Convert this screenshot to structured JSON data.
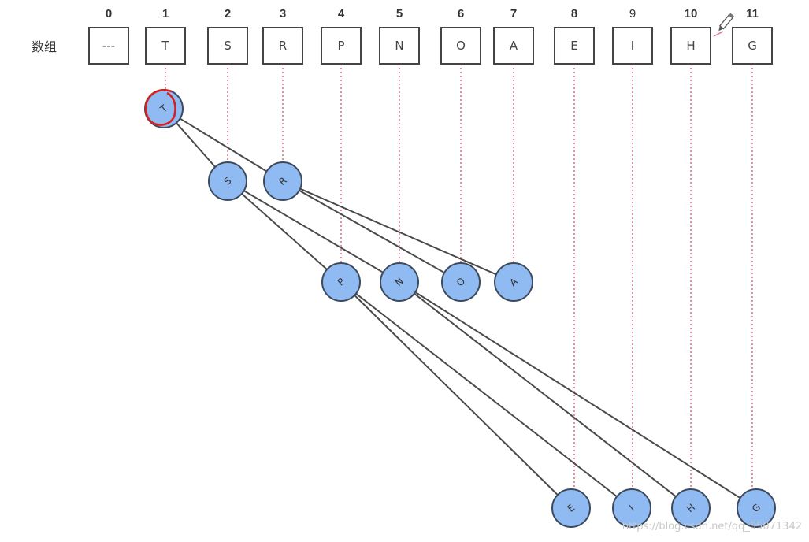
{
  "array": {
    "label": "数组",
    "indices": [
      "0",
      "1",
      "2",
      "3",
      "4",
      "5",
      "6",
      "7",
      "8",
      "9",
      "10",
      "11"
    ],
    "values": [
      "---",
      "T",
      "S",
      "R",
      "P",
      "N",
      "O",
      "A",
      "E",
      "I",
      "H",
      "G"
    ]
  },
  "tree": {
    "nodes": [
      {
        "id": 1,
        "label": "T"
      },
      {
        "id": 2,
        "label": "S"
      },
      {
        "id": 3,
        "label": "R"
      },
      {
        "id": 4,
        "label": "P"
      },
      {
        "id": 5,
        "label": "N"
      },
      {
        "id": 6,
        "label": "O"
      },
      {
        "id": 7,
        "label": "A"
      },
      {
        "id": 8,
        "label": "E"
      },
      {
        "id": 9,
        "label": "I"
      },
      {
        "id": 10,
        "label": "H"
      },
      {
        "id": 11,
        "label": "G"
      }
    ],
    "edges": [
      [
        1,
        2
      ],
      [
        1,
        3
      ],
      [
        2,
        4
      ],
      [
        2,
        5
      ],
      [
        3,
        6
      ],
      [
        3,
        7
      ],
      [
        4,
        8
      ],
      [
        4,
        9
      ],
      [
        5,
        10
      ],
      [
        5,
        11
      ]
    ],
    "highlighted": 1
  },
  "colors": {
    "node_fill": "#8fbaf2",
    "node_stroke": "#3d4a5c",
    "guide": "#d9778f",
    "highlight": "#d42020"
  },
  "icons": [
    "pencil-cursor-icon"
  ],
  "watermark": "https://blog.csdn.net/qq_55071342"
}
